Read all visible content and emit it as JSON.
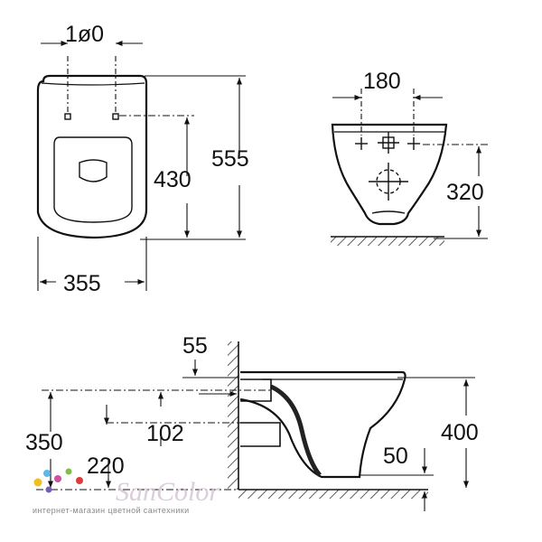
{
  "dimensions": {
    "top_width_label": "1ø0",
    "seat_depth_label": "430",
    "overall_length_label": "555",
    "overall_width_label": "355",
    "fixing_spacing_label": "180",
    "fixing_height_label": "320",
    "pipe_offset_label": "55",
    "inlet_height_label": "102",
    "center_height_label": "350",
    "outlet_height_label": "220",
    "rim_height_label": "400",
    "bowl_gap_label": "50"
  },
  "watermark": {
    "name": "SanColor",
    "tagline": "интернет-магазин цветной сантехники"
  },
  "colors": {
    "line": "#111111",
    "watermark_dots": [
      "#f0c020",
      "#5fb8e8",
      "#d04fa0",
      "#7cc04a",
      "#e03a3a",
      "#7a5ab8"
    ]
  }
}
